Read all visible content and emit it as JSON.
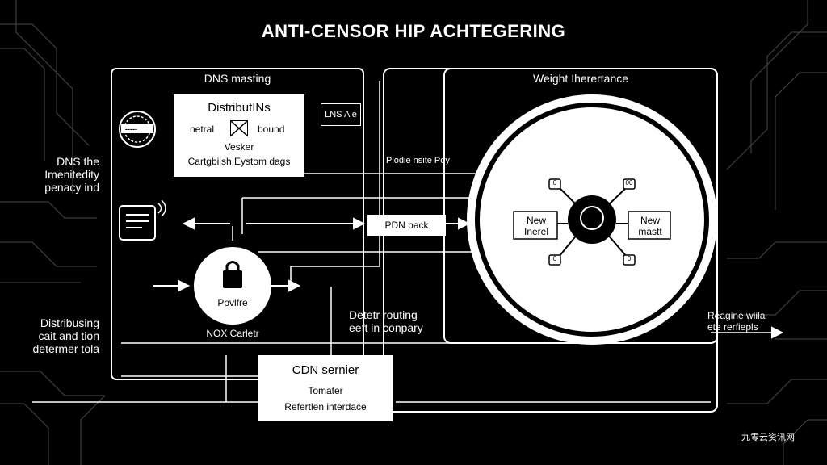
{
  "title": "ANTI-CENSOR HIP ACHTEGERING",
  "left_panel": {
    "heading": "DNS masting",
    "distribution_box": {
      "title": "DistributINs",
      "left": "netral",
      "right": "bound",
      "sub1": "Vesker",
      "sub2": "Cartgbiish Eystom dags"
    },
    "tag": "LNS Ale",
    "badge": "-----",
    "core_node": "Povlfre",
    "core_caption": "NOX Carletr"
  },
  "left_side_text": {
    "block1": [
      "DNS the",
      "Imenitedity",
      "penacy ind"
    ],
    "block2": [
      "Distribusing",
      "cait and tion",
      "determer tola"
    ]
  },
  "middle": {
    "tag_top": "Plodie nsite Poy",
    "pdn_box": "PDN pack",
    "routing": [
      "Detetr routing",
      "eeft in conpary"
    ]
  },
  "cdn_box": {
    "title": "CDN sernier",
    "line1": "Tomater",
    "line2": "Refertlen interdace"
  },
  "right_panel": {
    "heading": "Weight Iherertance",
    "left_node": [
      "New",
      "Inerel"
    ],
    "right_node": [
      "New",
      "mastt"
    ],
    "small_labels": [
      "0",
      "00",
      "0",
      "0"
    ]
  },
  "right_side_text": [
    "Reagine wiila",
    "ete rerfiepls"
  ],
  "watermark": "九零云资讯网",
  "colors": {
    "background": "#000000",
    "line": "#ffffff"
  }
}
